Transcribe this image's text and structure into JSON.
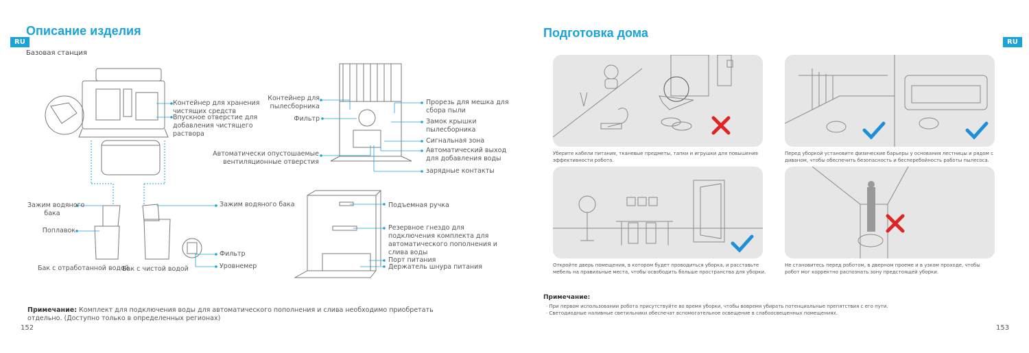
{
  "left": {
    "lang": "RU",
    "title": "Описание изделия",
    "subtitle": "Базовая станция",
    "labels": {
      "l1": "Контейнер для хранения\nчистящих средств",
      "l2": "Впускное отверстие для\nдобавления чистящего\nраствора",
      "l3": "Контейнер для\nпылесборника",
      "l4": "Фильтр",
      "l5": "Автоматически опустошаемые\nвентиляционные отверстия",
      "l6": "Прорезь для мешка для\nсбора пыли",
      "l7": "Замок крышки\nпылесборника",
      "l8": "Сигнальная зона",
      "l9": "Автоматический выход\nдля добавления воды",
      "l10": "зарядные контакты",
      "l11": "Зажим водяного\nбака",
      "l12": "Поплавок",
      "l13": "Бак с отработанной водой",
      "l14": "Бак с чистой водой",
      "l15": "Зажим водяного бака",
      "l16": "Фильтр",
      "l17": "Уровнемер",
      "l18": "Подъемная ручка",
      "l19": "Резервное гнездо для\nподключения комплекта для\nавтоматического пополнения и\nслива воды",
      "l20": "Порт питания",
      "l21": "Держатель шнура питания"
    },
    "note_label": "Примечание:",
    "note_text": " Комплект для подключения воды для автоматического пополнения и слива необходимо приобретать\nотдельно. (Доступно только в определенных регионах)",
    "page": "152"
  },
  "right": {
    "lang": "RU",
    "title": "Подготовка дома",
    "captions": {
      "c1": "Уберите кабели питания, тканевые предметы, тапки и игрушки для повышения\nэффективности робота.",
      "c2": "Перед уборкой установите физические барьеры у основания лестницы и рядом с\nдиваном, чтобы обеспечить безопасность и бесперебойность работы пылесоса.",
      "c3": "Откройте дверь помещения, в котором будет проводиться уборка, и расставьте\nмебель на правильные места, чтобы освободить больше пространства для уборки.",
      "c4": "Не становитесь перед роботом, в дверном проеме и в узком проходе, чтобы\nробот мог корректно распознать зону предстоящей уборки."
    },
    "note_label": "Примечание:",
    "notes": [
      "·  При первом использовании робота присутствуйте во время уборки, чтобы вовремя убирать потенциальные препятствия с его пути.",
      "·  Светодиодные наливные светильники обеспечат вспомогательное освещение в слабоосвещенных помещениях."
    ],
    "page": "153"
  },
  "colors": {
    "accent": "#1aa3d9",
    "check": "#1e8fd6",
    "cross": "#e02424",
    "panel": "#e6e6e6"
  },
  "icons": [
    "check-icon",
    "cross-icon"
  ]
}
